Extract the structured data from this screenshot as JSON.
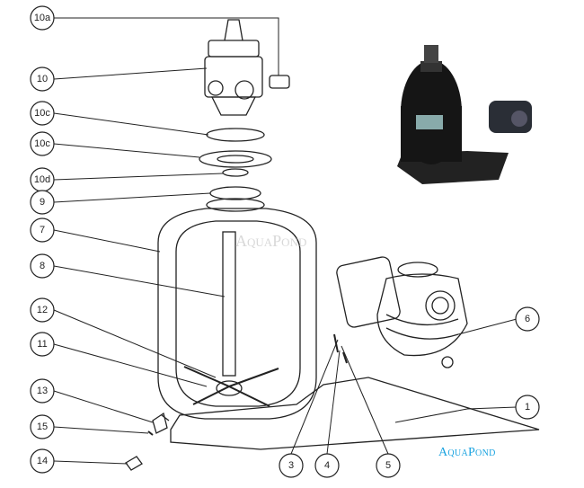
{
  "diagram": {
    "callouts": [
      "10a",
      "10",
      "10c",
      "10c",
      "10d",
      "9",
      "7",
      "8",
      "12",
      "11",
      "13",
      "15",
      "14",
      "3",
      "4",
      "5",
      "1",
      "6"
    ],
    "watermark": "AquaPond",
    "brand": "AquaPond"
  },
  "colors": {
    "brand": "#1aa3e0",
    "line": "#222222"
  }
}
